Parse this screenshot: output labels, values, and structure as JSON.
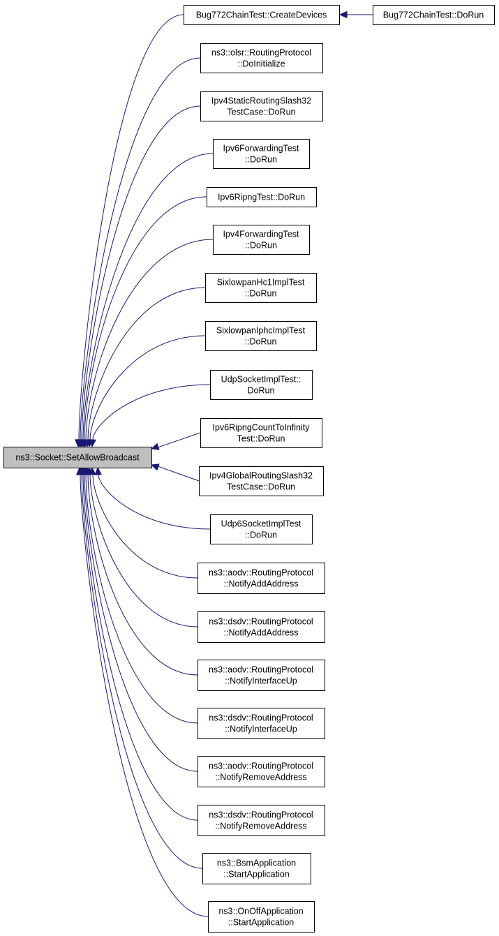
{
  "colors": {
    "edge": "#191970",
    "root_fill": "#bfbfbf",
    "node_fill": "#ffffff",
    "border": "#000000"
  },
  "root": {
    "id": "root",
    "lines": [
      "ns3::Socket::SetAllowBroadcast"
    ]
  },
  "nodes": [
    {
      "id": "n0",
      "lines": [
        "Bug772ChainTest::CreateDevices"
      ]
    },
    {
      "id": "n0b",
      "lines": [
        "Bug772ChainTest::DoRun"
      ]
    },
    {
      "id": "n1",
      "lines": [
        "ns3::olsr::RoutingProtocol",
        "::DoInitialize"
      ]
    },
    {
      "id": "n2",
      "lines": [
        "Ipv4StaticRoutingSlash32",
        "TestCase::DoRun"
      ]
    },
    {
      "id": "n3",
      "lines": [
        "Ipv6ForwardingTest",
        "::DoRun"
      ]
    },
    {
      "id": "n4",
      "lines": [
        "Ipv6RipngTest::DoRun"
      ]
    },
    {
      "id": "n5",
      "lines": [
        "Ipv4ForwardingTest",
        "::DoRun"
      ]
    },
    {
      "id": "n6",
      "lines": [
        "SixlowpanHc1ImplTest",
        "::DoRun"
      ]
    },
    {
      "id": "n7",
      "lines": [
        "SixlowpanIphcImplTest",
        "::DoRun"
      ]
    },
    {
      "id": "n8",
      "lines": [
        "UdpSocketImplTest::",
        "DoRun"
      ]
    },
    {
      "id": "n9",
      "lines": [
        "Ipv6RipngCountToInfinity",
        "Test::DoRun"
      ]
    },
    {
      "id": "n10",
      "lines": [
        "Ipv4GlobalRoutingSlash32",
        "TestCase::DoRun"
      ]
    },
    {
      "id": "n11",
      "lines": [
        "Udp6SocketImplTest",
        "::DoRun"
      ]
    },
    {
      "id": "n12",
      "lines": [
        "ns3::aodv::RoutingProtocol",
        "::NotifyAddAddress"
      ]
    },
    {
      "id": "n13",
      "lines": [
        "ns3::dsdv::RoutingProtocol",
        "::NotifyAddAddress"
      ]
    },
    {
      "id": "n14",
      "lines": [
        "ns3::aodv::RoutingProtocol",
        "::NotifyInterfaceUp"
      ]
    },
    {
      "id": "n15",
      "lines": [
        "ns3::dsdv::RoutingProtocol",
        "::NotifyInterfaceUp"
      ]
    },
    {
      "id": "n16",
      "lines": [
        "ns3::aodv::RoutingProtocol",
        "::NotifyRemoveAddress"
      ]
    },
    {
      "id": "n17",
      "lines": [
        "ns3::dsdv::RoutingProtocol",
        "::NotifyRemoveAddress"
      ]
    },
    {
      "id": "n18",
      "lines": [
        "ns3::BsmApplication",
        "::StartApplication"
      ]
    },
    {
      "id": "n19",
      "lines": [
        "ns3::OnOffApplication",
        "::StartApplication"
      ]
    }
  ],
  "edges": [
    {
      "from": "n0b",
      "to": "n0"
    },
    {
      "from": "n0",
      "to": "root"
    },
    {
      "from": "n1",
      "to": "root"
    },
    {
      "from": "n2",
      "to": "root"
    },
    {
      "from": "n3",
      "to": "root"
    },
    {
      "from": "n4",
      "to": "root"
    },
    {
      "from": "n5",
      "to": "root"
    },
    {
      "from": "n6",
      "to": "root"
    },
    {
      "from": "n7",
      "to": "root"
    },
    {
      "from": "n8",
      "to": "root"
    },
    {
      "from": "n9",
      "to": "root"
    },
    {
      "from": "n10",
      "to": "root"
    },
    {
      "from": "n11",
      "to": "root"
    },
    {
      "from": "n12",
      "to": "root"
    },
    {
      "from": "n13",
      "to": "root"
    },
    {
      "from": "n14",
      "to": "root"
    },
    {
      "from": "n15",
      "to": "root"
    },
    {
      "from": "n16",
      "to": "root"
    },
    {
      "from": "n17",
      "to": "root"
    },
    {
      "from": "n18",
      "to": "root"
    },
    {
      "from": "n19",
      "to": "root"
    }
  ]
}
